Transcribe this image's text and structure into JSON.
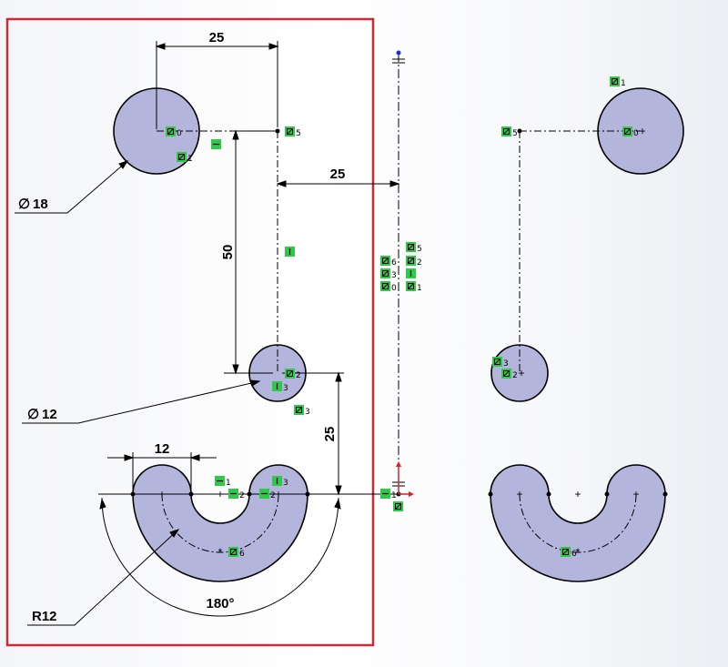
{
  "selection_box_color": "#cc2a36",
  "shape_fill": "#b4b5dc",
  "relation_badge_color": "#2fc94a",
  "dimensions": {
    "top_horizontal": "25",
    "mid_horizontal": "25",
    "vertical_50": "50",
    "vertical_25": "25",
    "slot_width": "12",
    "diameter_18": "18",
    "diameter_12": "12",
    "radius": "R12",
    "angle": "180°",
    "diameter_symbol": "∅"
  },
  "relations": {
    "left_big_circle": [
      "0",
      "1"
    ],
    "left_top_point": "5",
    "left_small_circle": [
      "2",
      "3"
    ],
    "left_vertical_line_mark": "3",
    "left_arc_center": "6",
    "left_slot": [
      "1",
      "2",
      "2",
      "3"
    ],
    "axis_column_left": [
      "6",
      "3",
      "0"
    ],
    "axis_column_right": [
      "5",
      "2",
      "1"
    ],
    "axis_bottom": "1",
    "right_big_circle": [
      "1",
      "0"
    ],
    "right_top_point": "5",
    "right_small_circle": [
      "3",
      "2"
    ],
    "right_arc_center": "6"
  }
}
